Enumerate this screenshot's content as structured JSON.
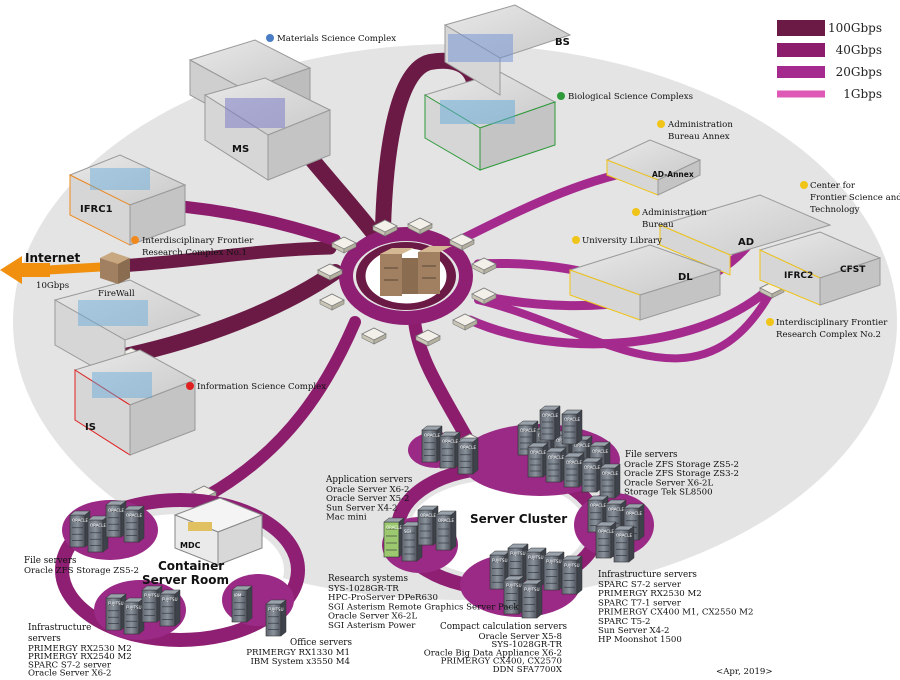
{
  "colors": {
    "l100": "#6b1a45",
    "l40": "#8c1d6c",
    "l20": "#a52a8e",
    "l1": "#de58b5",
    "ring": "#8e1f73",
    "bg_ellipse": "#e4e4e4",
    "internet": "#f0900e",
    "dot_blue": "#4a7dc4",
    "dot_green": "#2e9a3a",
    "dot_yellow": "#f0c419",
    "dot_red": "#e02020",
    "dot_orange": "#f08a1e"
  },
  "legend": [
    {
      "label": "100Gbps",
      "color": "#6b1a45"
    },
    {
      "label": "40Gbps",
      "color": "#8c1d6c"
    },
    {
      "label": "20Gbps",
      "color": "#a52a8e"
    },
    {
      "label": "1Gbps",
      "color": "#de58b5"
    }
  ],
  "internet": {
    "label": "Internet",
    "speed": "10Gbps",
    "firewall": "FireWall"
  },
  "buildings": {
    "materials": "Materials Science Complex",
    "biological": "Biological Science Complexs",
    "adm_annex": [
      "Administration",
      "Bureau Annex"
    ],
    "frontier_center": [
      "Center for",
      "Frontier Science and",
      "Technology"
    ],
    "adm_bureau": [
      "Administration",
      "Bureau"
    ],
    "library": "University Library",
    "ifrc2": [
      "Interdisciplinary Frontier",
      "Research Complex No.2"
    ],
    "ifrc1": [
      "Interdisciplinary Frontier",
      "Research Complex No.1"
    ],
    "info": "Information Science Complex"
  },
  "building_tags": {
    "ms": "MS",
    "bs": "BS",
    "ifrc1": "IFRC1",
    "is": "IS",
    "ad_annex": "AD-Annex",
    "ad": "AD",
    "dl": "DL",
    "ifrc2": "IFRC2",
    "cfst": "CFST",
    "mdc": "MDC"
  },
  "server_cluster": {
    "title": "Server Cluster",
    "file_servers": {
      "title": "File servers",
      "items": [
        "Oracle ZFS Storage ZS5-2",
        "Oracle ZFS Storage ZS3-2",
        "Oracle Server X6-2L",
        "Storage Tek SL8500"
      ]
    },
    "application_servers": {
      "title": "Application servers",
      "items": [
        "Oracle Server X6-2",
        "Oracle Server X5-2",
        "Sun Server X4-2",
        "Mac mini"
      ]
    },
    "research_systems": {
      "title": "Research systems",
      "items": [
        "SYS-1028GR-TR",
        "HPC-ProServer DPeR630",
        "SGI Asterism Remote Graphics Server Pack",
        "Oracle Server X6-2L",
        "SGI Asterism Power"
      ]
    },
    "infrastructure_servers": {
      "title": "Infrastructure servers",
      "items": [
        "SPARC S7-2 server",
        "PRIMERGY RX2530 M2",
        "SPARC T7-1 server",
        "PRIMERGY CX400 M1, CX2550 M2",
        "SPARC T5-2",
        "Sun Server X4-2",
        "HP Moonshot 1500"
      ]
    },
    "compact_servers": {
      "title": "Compact calculation servers",
      "items": [
        "Oracle Server X5-8",
        "SYS-1028GR-TR",
        "Oracle Big Data Appliance X6-2",
        "PRIMERGY CX400, CX2570",
        "DDN SFA7700X"
      ]
    }
  },
  "container_room": {
    "title": [
      "Container",
      "Server Room"
    ],
    "file_servers": {
      "title": "File servers",
      "items": [
        "Oracle ZFS Storage ZS5-2"
      ]
    },
    "infrastructure_servers": {
      "title": [
        "Infrastructure",
        "servers"
      ],
      "items": [
        "PRIMERGY RX2530 M2",
        "PRIMERGY RX2540 M2",
        "SPARC S7-2 server",
        "Oracle Server X6-2"
      ]
    },
    "office_servers": {
      "title": "Office servers",
      "items": [
        "PRIMERGY RX1330 M1",
        "IBM System x3550 M4"
      ]
    }
  },
  "rack_labels": {
    "oracle": "ORACLE",
    "fujitsu": "FUJITSU",
    "ibm": "IBM",
    "sgi": "SGI"
  },
  "date": "<Apr, 2019>"
}
